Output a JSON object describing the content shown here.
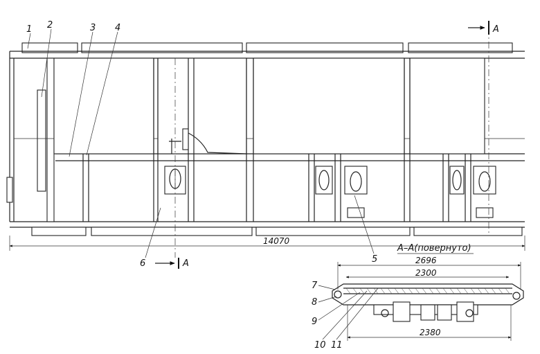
{
  "section": {
    "marker": "A",
    "title": "А–А(повернуто)"
  },
  "dimensions": {
    "overall_length": "14070",
    "width_outer": "2696",
    "width_inner": "2300",
    "width_bottom": "2380"
  },
  "callouts": [
    "1",
    "2",
    "3",
    "4",
    "5",
    "6",
    "7",
    "8",
    "9",
    "10",
    "11"
  ]
}
